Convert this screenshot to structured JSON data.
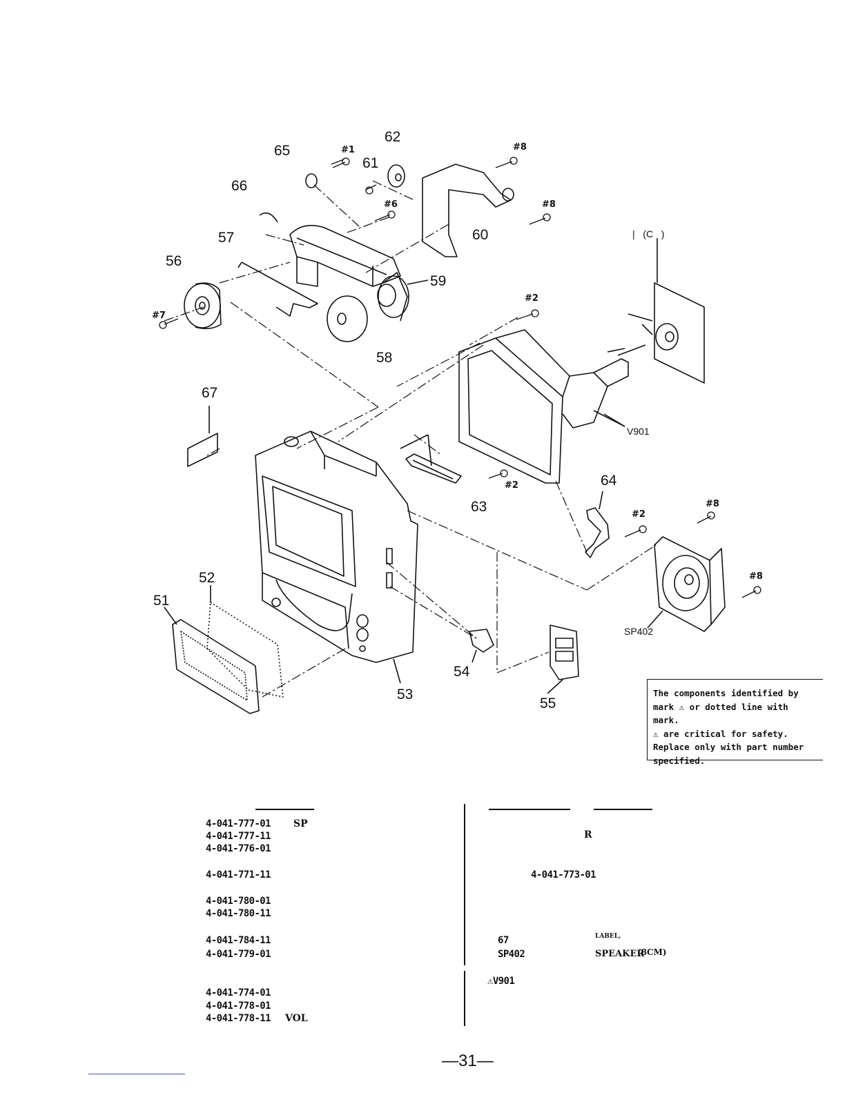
{
  "diagram": {
    "callouts": {
      "c51": "51",
      "c52": "52",
      "c53": "53",
      "c54": "54",
      "c55": "55",
      "c56": "56",
      "c57": "57",
      "c58": "58",
      "c59": "59",
      "c60": "60",
      "c61": "61",
      "c62": "62",
      "c63": "63",
      "c64": "64",
      "c65": "65",
      "c66": "66",
      "c67": "67",
      "v901": "V901",
      "sp402": "SP402",
      "crt_board": "|   (C   )"
    },
    "screws": {
      "s1": "#1",
      "s6": "#6",
      "s7": "#7",
      "s8a": "#8",
      "s8b": "#8",
      "s8c": "#8",
      "s8d": "#8",
      "s2a": "#2",
      "s2b": "#2",
      "s2c": "#2"
    }
  },
  "notice": {
    "lines": [
      "The components identified by",
      "mark ⚠ or dotted line with mark.",
      "⚠ are critical for safety.",
      "Replace only with part number",
      "specified."
    ]
  },
  "parts_left": [
    {
      "part_no": "4-041-777-01",
      "desc": "SP"
    },
    {
      "part_no": "4-041-777-11",
      "desc": ""
    },
    {
      "part_no": "4-041-776-01",
      "desc": ""
    },
    {
      "part_no": "4-041-771-11",
      "desc": ""
    },
    {
      "part_no": "4-041-780-01",
      "desc": ""
    },
    {
      "part_no": "4-041-780-11",
      "desc": ""
    },
    {
      "part_no": "4-041-784-11",
      "desc": ""
    },
    {
      "part_no": "4-041-779-01",
      "desc": ""
    },
    {
      "part_no": "4-041-774-01",
      "desc": ""
    },
    {
      "part_no": "4-041-778-01",
      "desc": ""
    },
    {
      "part_no": "4-041-778-11",
      "desc": "VOL"
    }
  ],
  "parts_right": {
    "r_fragment": "R",
    "part_773": "4-041-773-01",
    "ref_67": "67",
    "label_67": "LABEL,",
    "ref_sp402": "SP402",
    "speaker_desc": "SPEAKER",
    "speaker_size": "(8CM)",
    "ref_v901": "⚠V901"
  },
  "page_number": "—31—"
}
